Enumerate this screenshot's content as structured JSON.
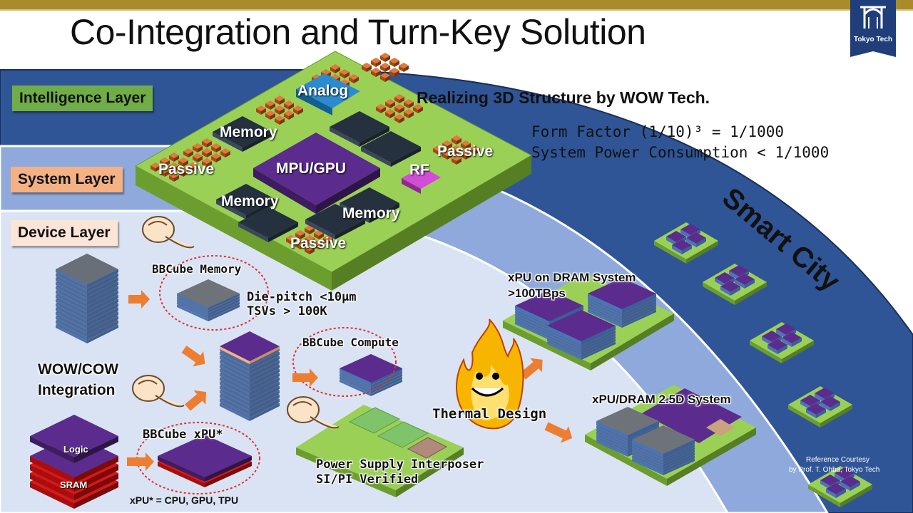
{
  "title": "Co-Integration and Turn-Key Solution",
  "logo": {
    "text": "Tokyo Tech"
  },
  "layers": {
    "intelligence": "Intelligence Layer",
    "system": "System Layer",
    "device": "Device Layer"
  },
  "headline": "Realizing 3D Structure by WOW Tech.",
  "metrics": {
    "form_factor": "Form Factor (1/10)³ = 1/1000",
    "power": "System Power Consumption < 1/1000"
  },
  "smart_city": "Smart City",
  "board_chips": {
    "analog": "Analog",
    "memory_top": "Memory",
    "passive_left": "Passive",
    "mpu": "MPU/GPU",
    "rf": "RF",
    "passive_right": "Passive",
    "memory_mid": "Memory",
    "memory_right": "Memory",
    "passive_bottom": "Passive"
  },
  "bbcube_memory": {
    "label": "BBCube Memory",
    "pitch": "Die-pitch <10μm",
    "tsv": "TSVs > 100K"
  },
  "bbcube_compute": "BBCube Compute",
  "wow_cow": {
    "line1": "WOW/COW",
    "line2": "Integration"
  },
  "stack_labels": {
    "logic": "Logic",
    "sram": "SRAM"
  },
  "bbcube_xpu": "BBCube xPU*",
  "xpu_note": "xPU* = CPU, GPU, TPU",
  "interposer": {
    "line1": "Power Supply Interposer",
    "line2": "SI/PI Verified"
  },
  "thermal": "Thermal Design",
  "xpu_dram": {
    "line1": "xPU on DRAM System",
    "line2": ">100TBps"
  },
  "xpu_25d": "xPU/DRAM 2.5D System",
  "reference": {
    "line1": "Reference Courtesy",
    "line2": "by Prof. T. Ohba, Tokyo Tech"
  },
  "colors": {
    "gold": "#a88b2a",
    "navy": "#1f3e7a",
    "intelligence_label": "#70ad47",
    "system_label": "#f4b183",
    "device_label": "#fbe5d6",
    "board_green": "#8dc63f",
    "chip_purple": "#5b2c8e",
    "passive_orange": "#c55a11",
    "analog_blue": "#1f7fb5",
    "rf_magenta": "#d24dd6",
    "arrow_orange": "#ed7d31"
  }
}
